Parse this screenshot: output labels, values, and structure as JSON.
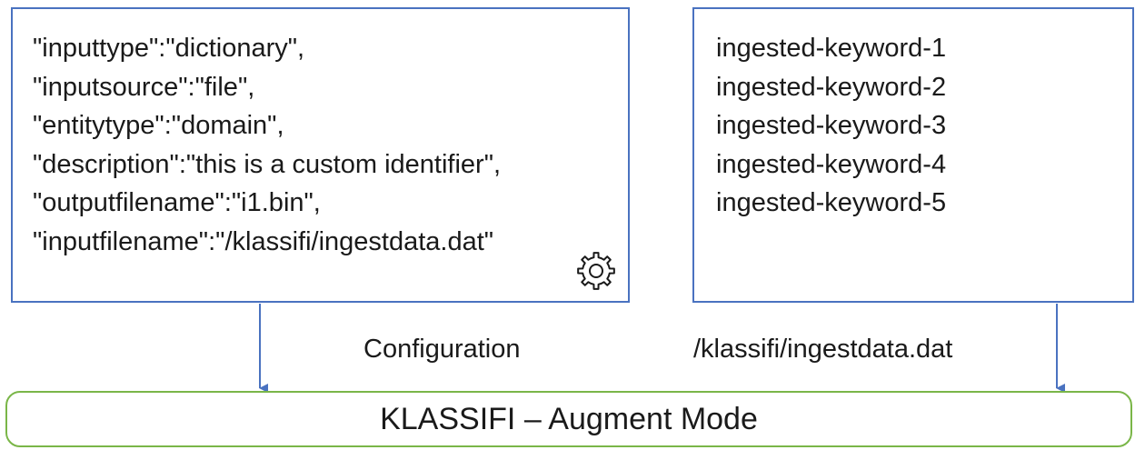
{
  "config": {
    "lines": [
      "\"inputtype\":\"dictionary\",",
      "\"inputsource\":\"file\",",
      "\"entitytype\":\"domain\",",
      "\"description\":\"this is a custom identifier\",",
      "\"outputfilename\":\"i1.bin\",",
      "\"inputfilename\":\"/klassifi/ingestdata.dat\""
    ],
    "icon": "gear-icon"
  },
  "data_file": {
    "lines": [
      "ingested-keyword-1",
      "ingested-keyword-2",
      "ingested-keyword-3",
      "ingested-keyword-4",
      "ingested-keyword-5"
    ]
  },
  "labels": {
    "configuration": "Configuration",
    "data_file_path": "/klassifi/ingestdata.dat"
  },
  "mode": {
    "title": "KLASSIFI – Augment Mode"
  },
  "colors": {
    "box_border": "#4a72c0",
    "mode_border": "#7ab648",
    "arrow": "#4a72c0"
  }
}
